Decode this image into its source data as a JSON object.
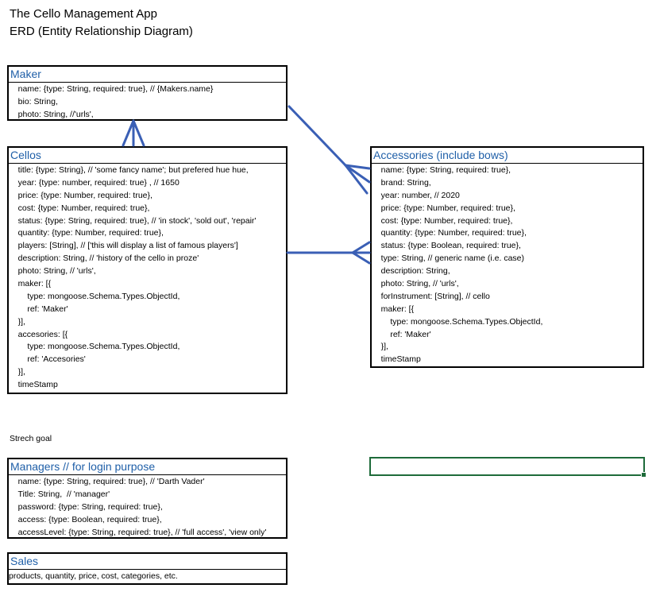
{
  "header": {
    "title": "The Cello Management App",
    "subtitle": "ERD (Entity Relationship Diagram)"
  },
  "entities": {
    "maker": {
      "name": "Maker",
      "lines": [
        "    name: {type: String, required: true}, // {Makers.name}",
        "    bio: String,",
        "    photo: String, //'urls',"
      ]
    },
    "cellos": {
      "name": "Cellos",
      "lines": [
        "    title: {type: String}, // 'some fancy name'; but prefered hue hue,",
        "    year: {type: number, required: true} , // 1650",
        "    price: {type: Number, required: true},",
        "    cost: {type: Number, required: true},",
        "    status: {type: String, required: true}, // 'in stock', 'sold out', 'repair'",
        "    quantity: {type: Number, required: true},",
        "    players: [String], // ['this will display a list of famous players']",
        "    description: String, // 'history of the cello in proze'",
        "    photo: String, // 'urls',",
        "    maker: [{",
        "        type: mongoose.Schema.Types.ObjectId,",
        "        ref: 'Maker'",
        "    }],",
        "    accesories: [{",
        "        type: mongoose.Schema.Types.ObjectId,",
        "        ref: 'Accesories'",
        "    }],",
        "    timeStamp"
      ]
    },
    "accessories": {
      "name": "Accessories (include bows)",
      "lines": [
        "    name: {type: String, required: true},",
        "    brand: String,",
        "    year: number, // 2020",
        "    price: {type: Number, required: true},",
        "    cost: {type: Number, required: true},",
        "    quantity: {type: Number, required: true},",
        "    status: {type: Boolean, required: true},",
        "    type: String, // generic name (i.e. case)",
        "    description: String,",
        "    photo: String, // 'urls',",
        "    forInstrument: [String], // cello",
        "    maker: [{",
        "        type: mongoose.Schema.Types.ObjectId,",
        "        ref: 'Maker'",
        "    }],",
        "    timeStamp"
      ]
    },
    "managers": {
      "name": "Managers // for login purpose",
      "lines": [
        "    name: {type: String, required: true}, // 'Darth Vader'",
        "    Title: String,  // 'manager'",
        "    password: {type: String, required: true},",
        "    access: {type: Boolean, required: true},",
        "    accessLevel: {type: String, required: true}, // 'full access', 'view only'"
      ]
    },
    "sales": {
      "name": "Sales",
      "lines": [
        "products, quantity, price, cost, categories, etc."
      ]
    }
  },
  "notes": {
    "stretch_goal": "Strech goal"
  },
  "colors": {
    "entity_title": "#1f5fa8",
    "connector": "#3a5fb5",
    "selected_cell_border": "#1e6b3a"
  }
}
